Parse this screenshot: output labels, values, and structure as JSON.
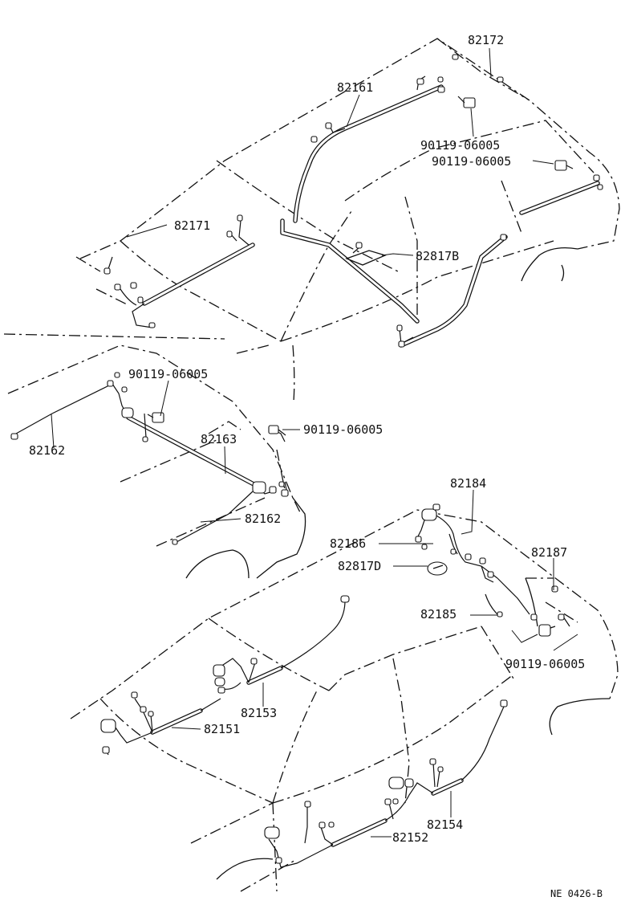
{
  "part_labels": {
    "p82172": "82172",
    "p82161": "82161",
    "p90119_a": "90119-06005",
    "p90119_b": "90119-06005",
    "p82171": "82171",
    "p82817b": "82817B",
    "p90119_c": "90119-06005",
    "p82162_a": "82162",
    "p90119_d": "90119-06005",
    "p82163": "82163",
    "p82162_b": "82162",
    "p82184": "82184",
    "p82186": "82186",
    "p82187": "82187",
    "p82817d": "82817D",
    "p82185": "82185",
    "p90119_e": "90119-06005",
    "p82153": "82153",
    "p82151": "82151",
    "p82154": "82154",
    "p82152": "82152"
  },
  "figure_ref": "NE  0426-B"
}
